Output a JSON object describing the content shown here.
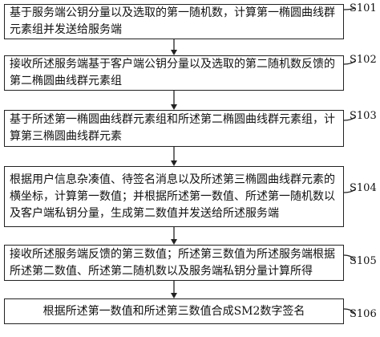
{
  "steps": [
    {
      "id": "S101",
      "text": "基于服务端公钥分量以及选取的第一随机数，计算第一椭圆曲线群元素组并发送给服务端"
    },
    {
      "id": "S102",
      "text": "接收所述服务端基于客户端公钥分量以及选取的第二随机数反馈的第二椭圆曲线群元素组"
    },
    {
      "id": "S103",
      "text": "基于所述第一椭圆曲线群元素组和所述第二椭圆曲线群元素组，计算第三椭圆曲线群元素"
    },
    {
      "id": "S104",
      "text": "根据用户信息杂凑值、待签名消息以及所述第三椭圆曲线群元素的横坐标，计算第一数值；并根据所述第一数值、所述第一随机数以及客户端私钥分量，生成第二数值并发送给所述服务端"
    },
    {
      "id": "S105",
      "text": "接收所述服务端反馈的第三数值；所述第三数值为所述服务端根据所述第二数值、所述第二随机数以及服务端私钥分量计算所得"
    },
    {
      "id": "S106",
      "text": "根据所述第一数值和所述第三数值合成SM2数字签名"
    }
  ]
}
